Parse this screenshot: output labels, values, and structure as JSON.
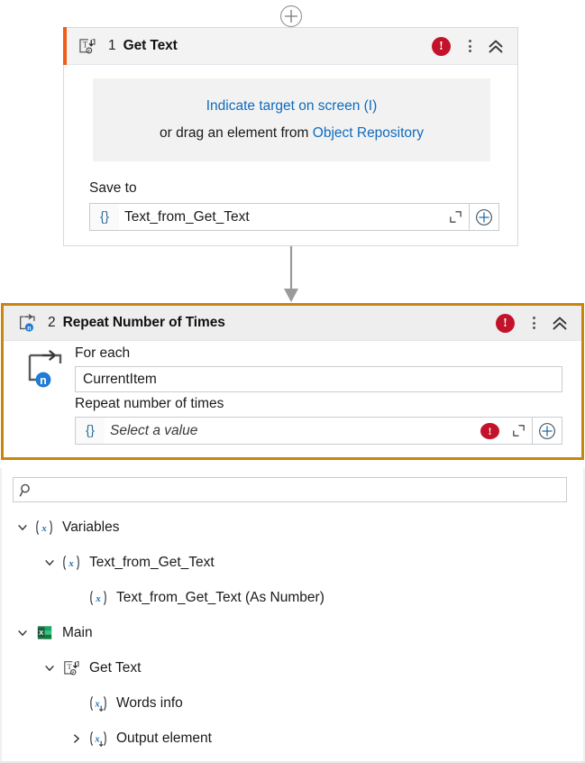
{
  "toolbar": {
    "add_activity_label": "add-activity"
  },
  "cards": [
    {
      "number": "1",
      "title": "Get Text",
      "icon": "get-text-icon",
      "accent_color": "#f25c19",
      "indicate": {
        "primary": "Indicate target on screen (I)",
        "secondary_prefix": "or drag an element from ",
        "secondary_link": "Object Repository"
      },
      "fields": [
        {
          "label": "Save to",
          "value": "Text_from_Get_Text",
          "braces": "{}",
          "has_error": false
        }
      ],
      "header_error": true
    },
    {
      "number": "2",
      "title": "Repeat Number of Times",
      "icon": "repeat-number-of-times-icon",
      "selected_border": "#c8860d",
      "fields": [
        {
          "label": "For each",
          "value": "CurrentItem",
          "braces": "",
          "has_error": false
        },
        {
          "label": "Repeat number of times",
          "value": "Select a value",
          "braces": "{}",
          "is_placeholder": true,
          "has_error": true
        }
      ],
      "header_error": true
    }
  ],
  "search": {
    "value": "",
    "placeholder": ""
  },
  "tree": [
    {
      "label": "Variables",
      "icon": "variable-x-icon",
      "indent": 0,
      "twisty": "expanded"
    },
    {
      "label": "Text_from_Get_Text",
      "icon": "variable-x-icon",
      "indent": 1,
      "twisty": "expanded"
    },
    {
      "label": "Text_from_Get_Text (As Number)",
      "icon": "variable-x-icon",
      "indent": 2,
      "twisty": "none"
    },
    {
      "label": "Main",
      "icon": "excel-icon",
      "indent": 0,
      "twisty": "expanded"
    },
    {
      "label": "Get Text",
      "icon": "get-text-icon",
      "indent": 1,
      "twisty": "expanded"
    },
    {
      "label": "Words info",
      "icon": "variable-output-icon",
      "indent": 2,
      "twisty": "none"
    },
    {
      "label": "Output element",
      "icon": "variable-output-icon",
      "indent": 2,
      "twisty": "collapsed"
    }
  ],
  "colors": {
    "link": "#0f6cbd",
    "error": "#c3132b",
    "accent_orange": "#f25c19",
    "selected_gold": "#c8860d",
    "excel_green": "#1f7145"
  }
}
